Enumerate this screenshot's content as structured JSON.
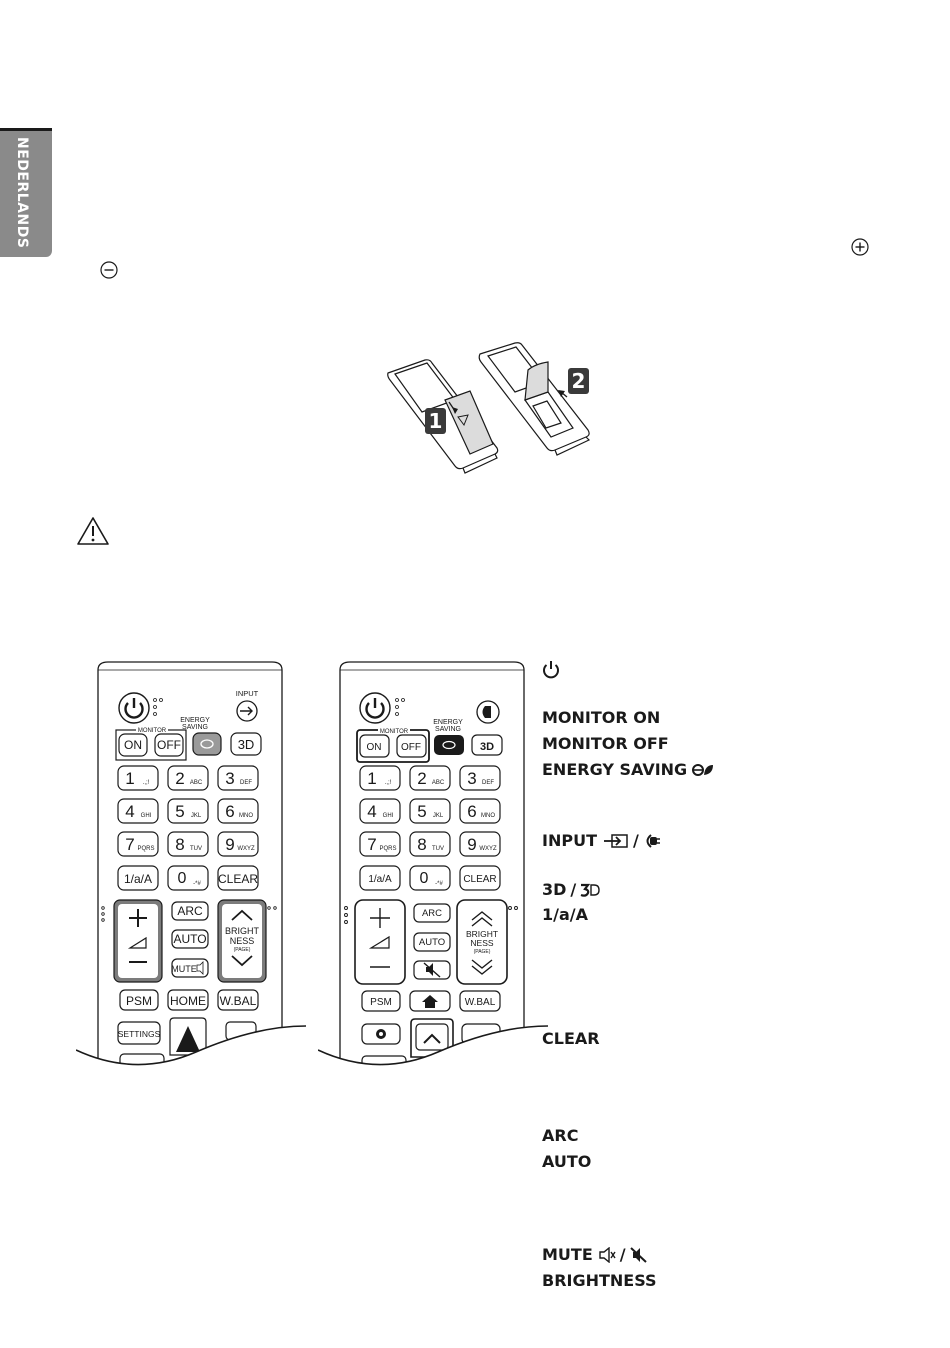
{
  "side_tab": {
    "language": "NEDERLANDS"
  },
  "battery_illustration": {
    "step_1": "1",
    "step_2": "2"
  },
  "remote_left": {
    "power": "",
    "input_label": "INPUT",
    "monitor_label": "MONITOR",
    "energy_label_1": "ENERGY",
    "energy_label_2": "SAVING",
    "on": "ON",
    "off": "OFF",
    "three_d": "3D",
    "keys": [
      {
        "num": "1",
        "sub": ".,;!"
      },
      {
        "num": "2",
        "sub": "ABC"
      },
      {
        "num": "3",
        "sub": "DEF"
      },
      {
        "num": "4",
        "sub": "GHI"
      },
      {
        "num": "5",
        "sub": "JKL"
      },
      {
        "num": "6",
        "sub": "MNO"
      },
      {
        "num": "7",
        "sub": "PQRS"
      },
      {
        "num": "8",
        "sub": "TUV"
      },
      {
        "num": "9",
        "sub": "WXYZ"
      }
    ],
    "one_a_a": "1/a/A",
    "zero": "0",
    "zero_sub": "-*#",
    "clear": "CLEAR",
    "arc": "ARC",
    "auto": "AUTO",
    "mute": "MUTE",
    "bright_1": "BRIGHT",
    "bright_2": "NESS",
    "page": "(PAGE)",
    "psm": "PSM",
    "home": "HOME",
    "wbal": "W.BAL",
    "settings": "SETTINGS"
  },
  "remote_right": {
    "monitor_label": "MONITOR",
    "energy_label_1": "ENERGY",
    "energy_label_2": "SAVING",
    "on": "ON",
    "off": "OFF",
    "three_d": "3D",
    "keys": [
      {
        "num": "1",
        "sub": ".,;!"
      },
      {
        "num": "2",
        "sub": "ABC"
      },
      {
        "num": "3",
        "sub": "DEF"
      },
      {
        "num": "4",
        "sub": "GHI"
      },
      {
        "num": "5",
        "sub": "JKL"
      },
      {
        "num": "6",
        "sub": "MNO"
      },
      {
        "num": "7",
        "sub": "PQRS"
      },
      {
        "num": "8",
        "sub": "TUV"
      },
      {
        "num": "9",
        "sub": "WXYZ"
      }
    ],
    "one_a_a": "1/a/A",
    "zero": "0",
    "zero_sub": "-*#",
    "clear": "CLEAR",
    "arc": "ARC",
    "auto": "AUTO",
    "bright_1": "BRIGHT",
    "bright_2": "NESS",
    "page": "(PAGE)",
    "psm": "PSM",
    "wbal": "W.BAL"
  },
  "legend": {
    "monitor_on": "MONITOR ON",
    "monitor_off": "MONITOR OFF",
    "energy_saving": "ENERGY SAVING",
    "input": "INPUT",
    "three_d": "3D",
    "one_a_a": "1/a/A",
    "clear": "CLEAR",
    "arc": "ARC",
    "auto": "AUTO",
    "mute": "MUTE",
    "brightness": "BRIGHTNESS",
    "slash": "/"
  },
  "colors": {
    "tab_gray": "#8a8a8a",
    "ink": "#1a1a1a"
  }
}
